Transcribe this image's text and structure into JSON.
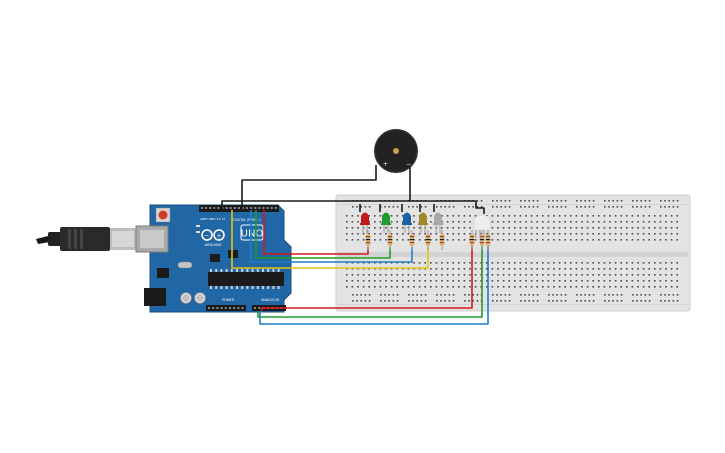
{
  "arduino": {
    "brand_label": "ARDUINO",
    "model_label": "UNO",
    "digital_label": "DIGITAL (PWM ~)",
    "power_label": "POWER",
    "analog_label": "ANALOG IN",
    "board_color": "#2166a5"
  },
  "buzzer": {
    "plus_label": "+",
    "minus_label": "−"
  },
  "leds": [
    {
      "color": "red",
      "hex": "#c21a1a"
    },
    {
      "color": "green",
      "hex": "#1f9a2c"
    },
    {
      "color": "blue",
      "hex": "#1d5fa3"
    },
    {
      "color": "yellow",
      "hex": "#9e8a2a"
    },
    {
      "color": "white",
      "hex": "#a8a8a8"
    }
  ],
  "wire_colors": {
    "black": "#1a1a1a",
    "red": "#d11a1a",
    "green": "#1f9a2c",
    "blue": "#1f7fc4",
    "yellow": "#e6c414"
  }
}
